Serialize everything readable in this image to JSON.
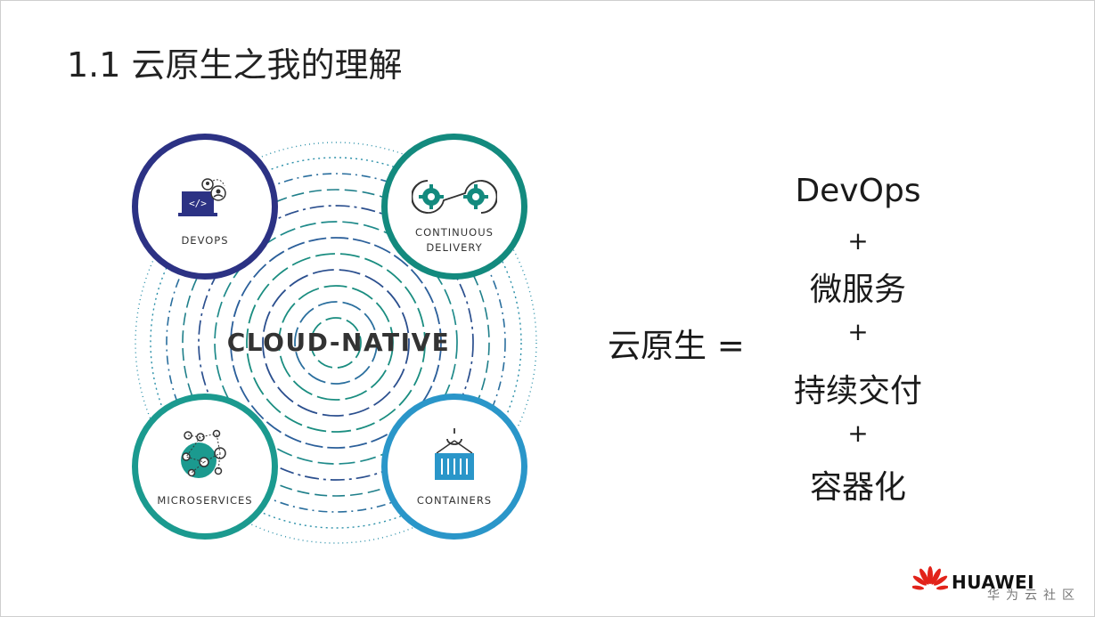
{
  "title": "1.1 云原生之我的理解",
  "diagram": {
    "center": "CLOUD-NATIVE",
    "devops": "DEVOPS",
    "cd": "CONTINUOUS\nDELIVERY",
    "microservices": "MICROSERVICES",
    "containers": "CONTAINERS"
  },
  "equation": {
    "left": "云原生 =",
    "items": [
      "DevOps",
      "微服务",
      "持续交付",
      "容器化"
    ],
    "plus": "+"
  },
  "logo": {
    "name": "HUAWEI",
    "sub": "华为云社区"
  }
}
